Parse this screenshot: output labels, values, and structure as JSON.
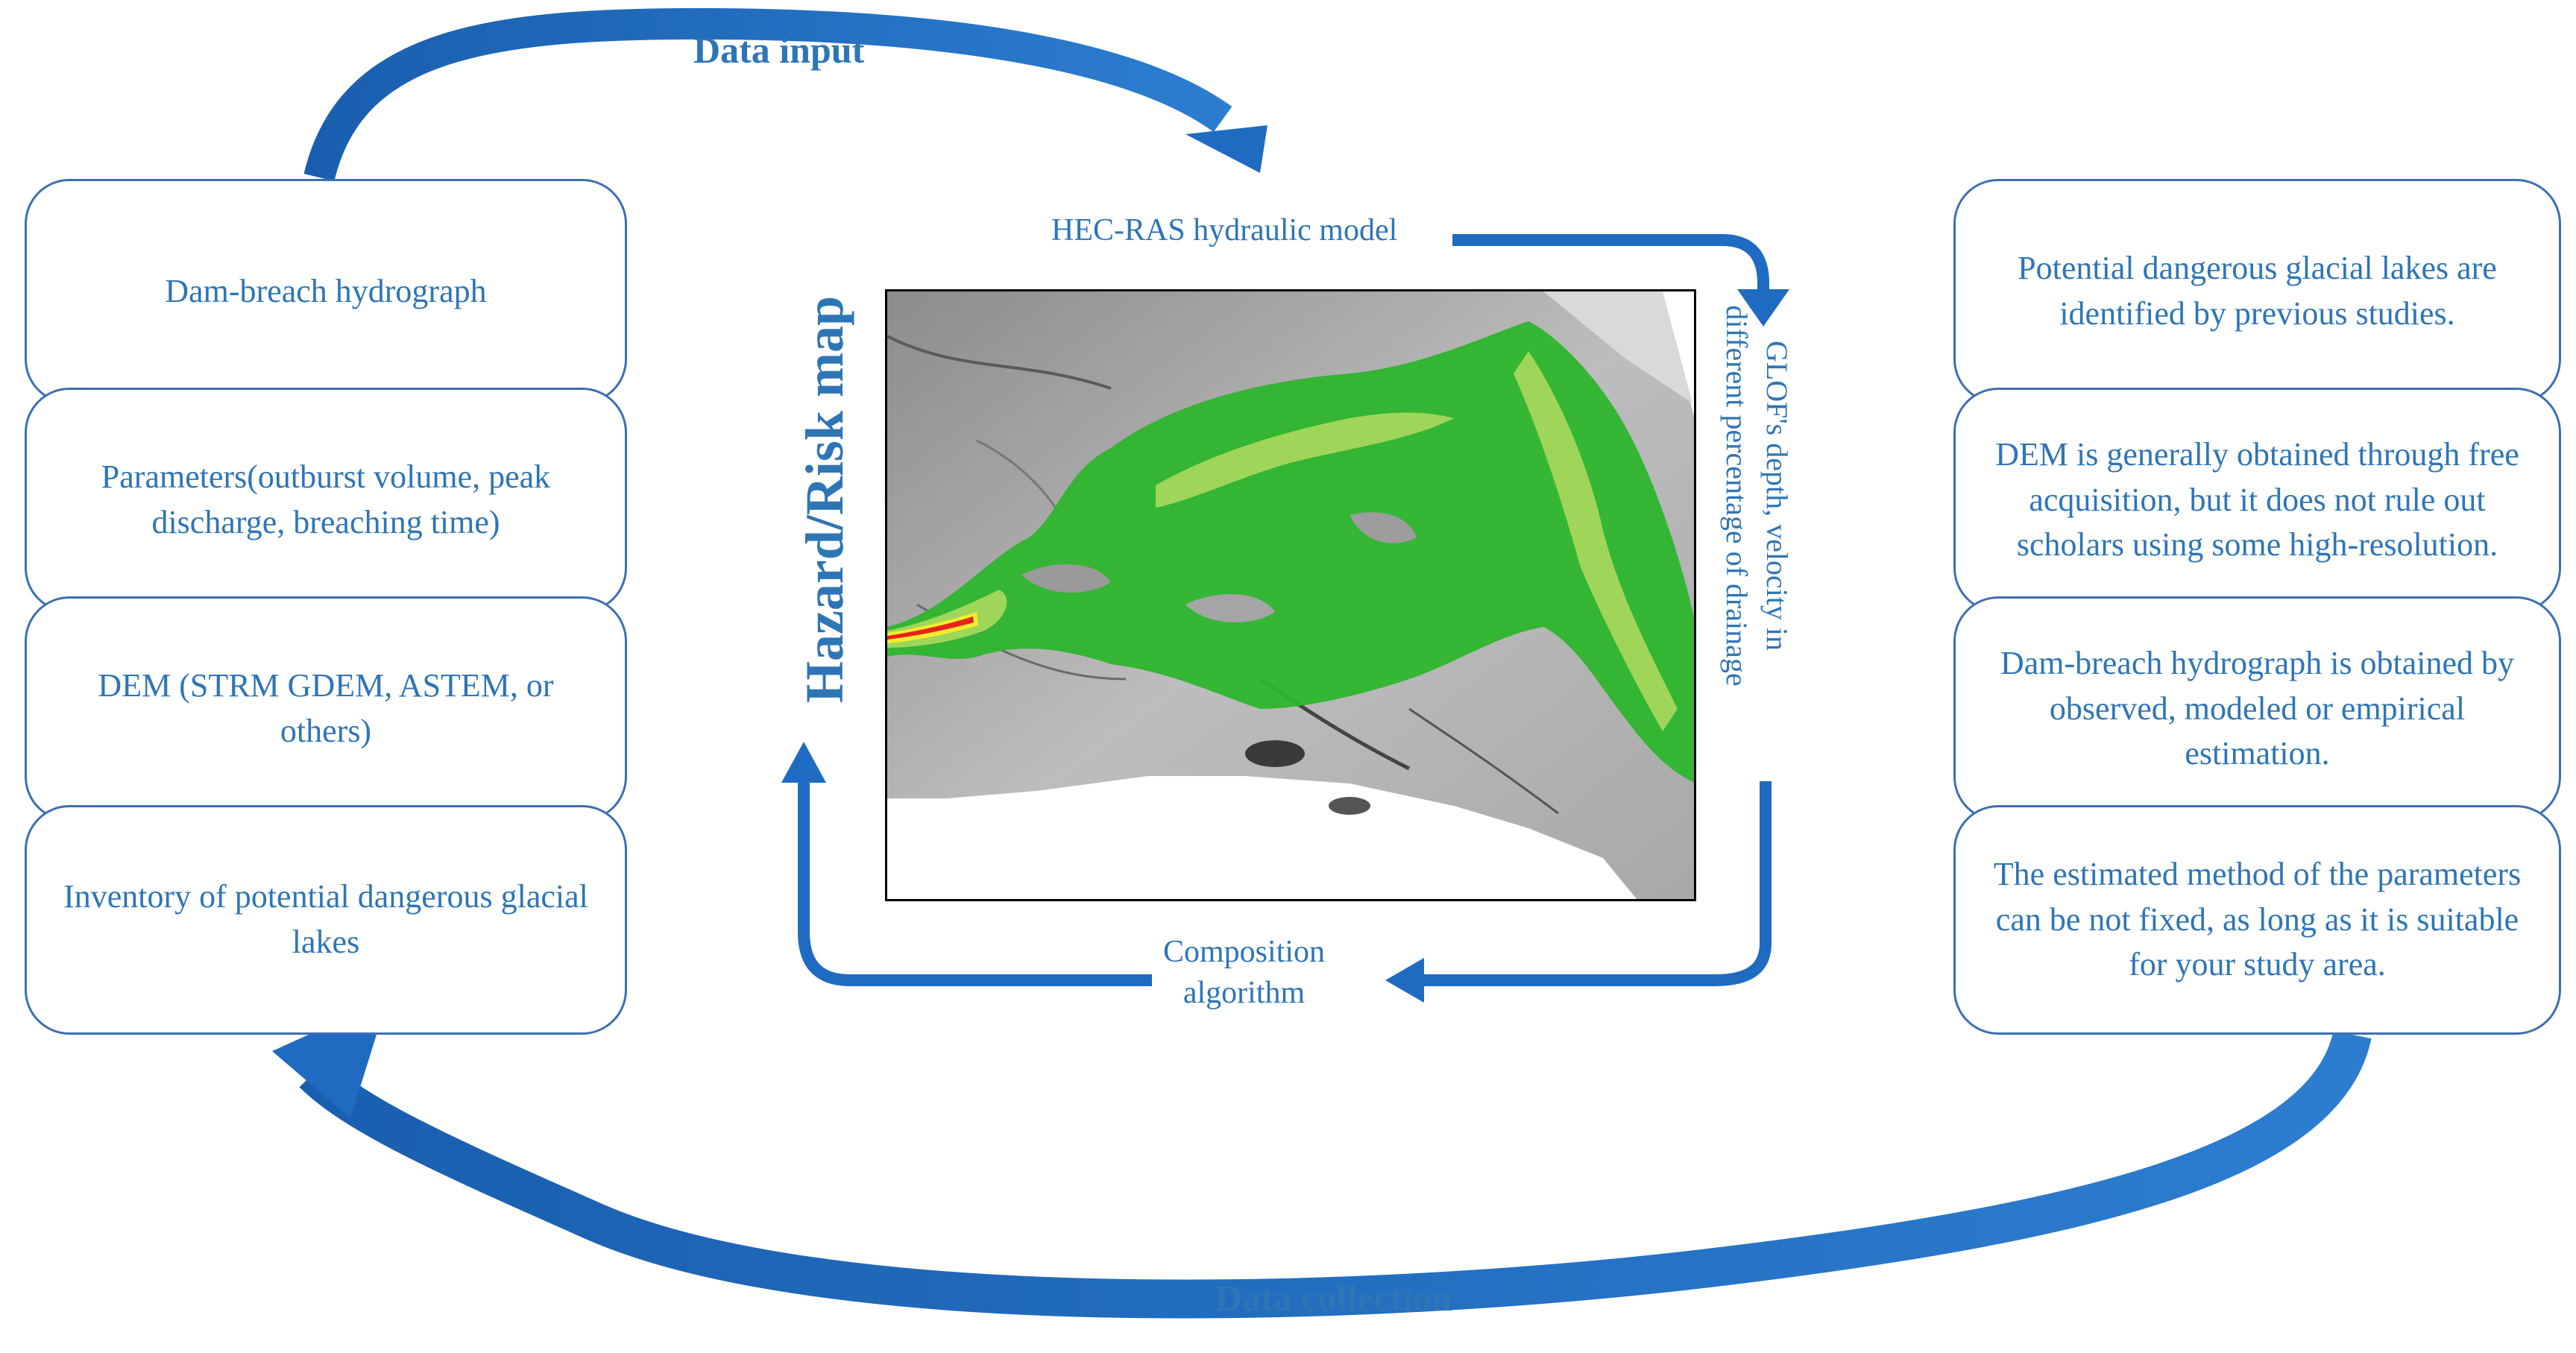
{
  "top_label": "Data input",
  "bottom_label": "Data collection",
  "hazard_title": "Hazard/Risk map",
  "model_label": "HEC-RAS  hydraulic  model",
  "glof_note": [
    "GLOF's depth, velocity in",
    "different percentage of drainage"
  ],
  "composition_label": [
    "Composition",
    "algorithm"
  ],
  "left_boxes": [
    "Dam-breach hydrograph",
    "Parameters(outburst volume, peak discharge, breaching time)",
    "DEM (STRM GDEM, ASTEM, or others)",
    "Inventory of potential dangerous glacial lakes"
  ],
  "right_boxes": [
    "Potential dangerous glacial lakes are identified by previous studies.",
    "DEM is generally obtained through free acquisition, but it does not rule out scholars using some high-resolution.",
    "Dam-breach hydrograph is obtained by observed, modeled or empirical estimation.",
    "The estimated method of the parameters can be not fixed, as long as it is suitable for your study area."
  ],
  "colors": {
    "accent": "#2E75B6",
    "arrow": "#1F6BC1",
    "border": "#3E6FB0",
    "flood_green": "#2DB52D",
    "flood_light": "#9FD65A",
    "flood_red": "#E5231B",
    "flood_yellow": "#F3EC2E"
  }
}
